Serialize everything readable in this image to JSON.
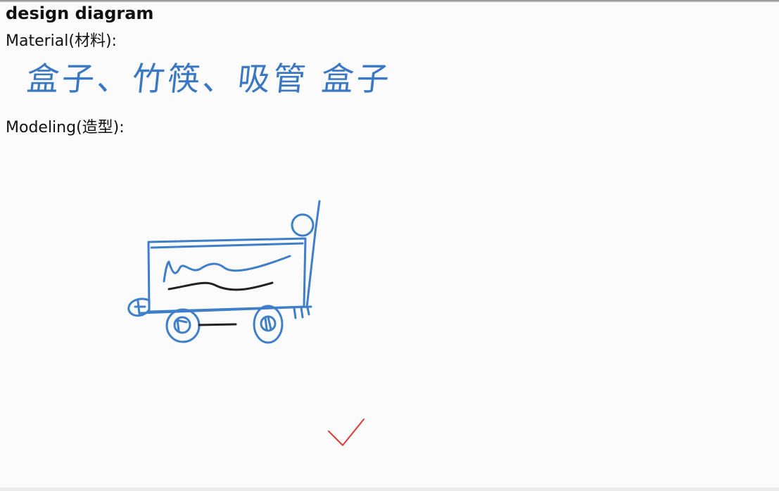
{
  "document": {
    "title": "design diagram",
    "material_label": "Material(材料):",
    "material_value": "盒子、竹筷、吸管 盒子",
    "modeling_label": "Modeling(造型):"
  },
  "sketch": {
    "subject": "cart drawing",
    "ink_color": "#3f7fca",
    "dark_ink_color": "#222222",
    "mark_color": "#e0393a",
    "mark": "checkmark"
  }
}
